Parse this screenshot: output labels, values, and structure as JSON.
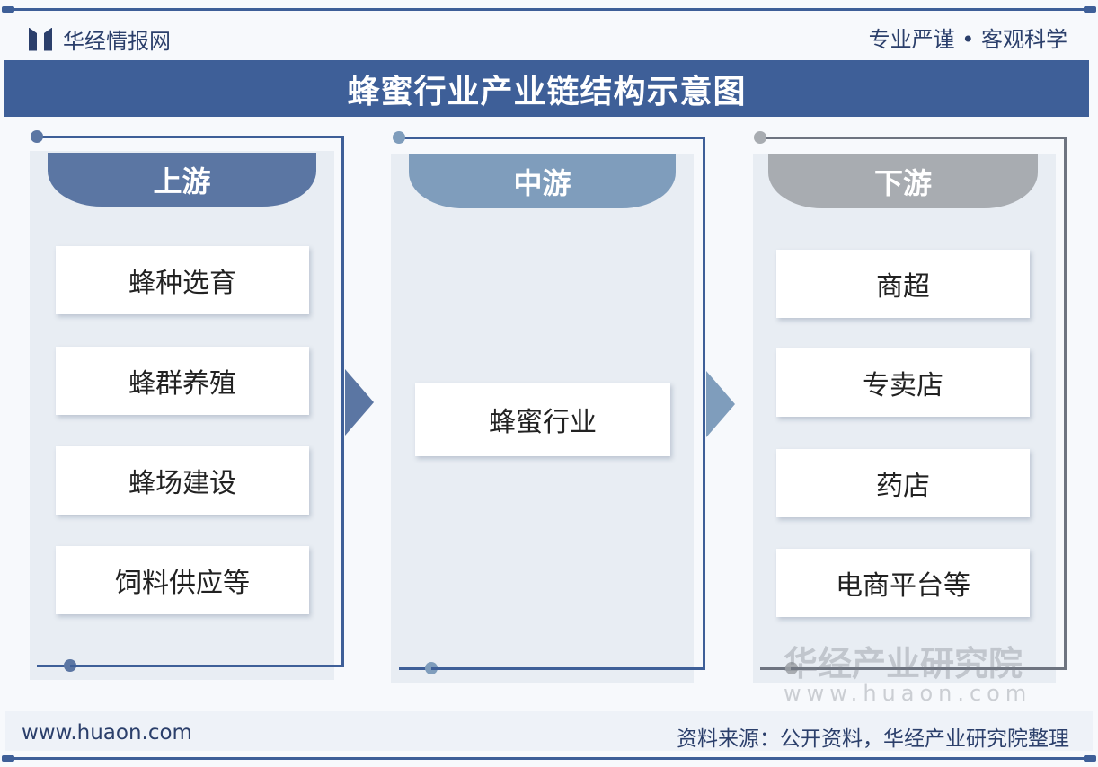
{
  "header": {
    "brand": "华经情报网",
    "slogan": "专业严谨 • 客观科学"
  },
  "title": "蜂蜜行业产业链结构示意图",
  "columns": [
    {
      "label": "上游",
      "color": "#5b76a3",
      "items": [
        "蜂种选育",
        "蜂群养殖",
        "蜂场建设",
        "饲料供应等"
      ]
    },
    {
      "label": "中游",
      "color": "#7f9dbc",
      "items": [
        "蜂蜜行业"
      ]
    },
    {
      "label": "下游",
      "color": "#a8acb1",
      "items": [
        "商超",
        "专卖店",
        "药店",
        "电商平台等"
      ]
    }
  ],
  "watermark": {
    "name": "华经产业研究院",
    "url": "www.huaon.com"
  },
  "footer": {
    "url": "www.huaon.com",
    "source": "资料来源：公开资料，华经产业研究院整理"
  }
}
